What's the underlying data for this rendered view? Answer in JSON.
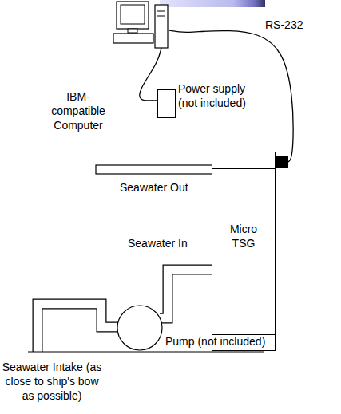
{
  "diagram": {
    "nodes": [
      {
        "text": [
          "IBM-compatible Computer"
        ]
      },
      {
        "text": [
          "Power supply (not included)"
        ]
      },
      {
        "text": [
          "Micro TSG"
        ]
      },
      {
        "text": [
          "Pump (not included)"
        ]
      }
    ],
    "edges": [
      {
        "from": 0,
        "to": 1,
        "arrow": "none"
      },
      {
        "from": 0,
        "to": 2,
        "label": "RS-232",
        "arrow": "none"
      },
      {
        "from": 3,
        "to": 2,
        "label": "Seawater In",
        "arrow": "none"
      }
    ],
    "labels": [
      "Seawater Out",
      "Seawater Intake (as close to ship's bow as possible)"
    ]
  }
}
